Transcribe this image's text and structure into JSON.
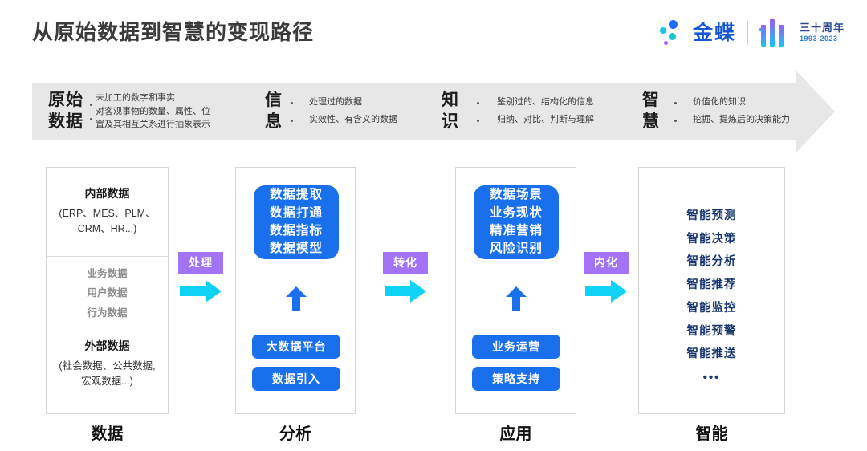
{
  "header": {
    "title": "从原始数据到智慧的变现路径",
    "logo": {
      "brand": "金蝶",
      "anniversary_cn": "三十周年",
      "anniversary_years": "1993-2023"
    }
  },
  "banner": {
    "stages": [
      {
        "name": "原始\n数据",
        "name_line1": "原始",
        "name_line2": "数据",
        "bullets": [
          "未加工的数字和事实",
          "对客观事物的数量、属性、位置及其相互关系进行抽象表示"
        ],
        "bullet_lines": [
          "未加工的数字和事实",
          "对客观事物的数量、属性、位",
          "置及其相互关系进行抽象表示"
        ]
      },
      {
        "name_line1": "信",
        "name_line2": "息",
        "bullets": [
          "处理过的数据",
          "实效性、有含义的数据"
        ]
      },
      {
        "name_line1": "知",
        "name_line2": "识",
        "bullets": [
          "鉴别过的、结构化的信息",
          "归纳、对比、判断与理解"
        ]
      },
      {
        "name_line1": "智",
        "name_line2": "慧",
        "bullets": [
          "价值化的知识",
          "挖掘、提炼后的决策能力"
        ]
      }
    ]
  },
  "columns": [
    {
      "label": "数据",
      "internal_head": "内部数据",
      "internal_sub_line1": "(ERP、MES、PLM、",
      "internal_sub_line2": "CRM、HR...)",
      "middle_items": [
        "业务数据",
        "用户数据",
        "行为数据"
      ],
      "external_head": "外部数据",
      "external_sub_line1": "(社会数据、公共数据,",
      "external_sub_line2": "宏观数据...)"
    },
    {
      "label": "分析",
      "card_lines": [
        "数据提取",
        "数据打通",
        "数据指标",
        "数据模型"
      ],
      "pills": [
        "大数据平台",
        "数据引入"
      ]
    },
    {
      "label": "应用",
      "card_lines": [
        "数据场景",
        "业务现状",
        "精准营销",
        "风险识别"
      ],
      "pills": [
        "业务运营",
        "策略支持"
      ]
    },
    {
      "label": "智能",
      "items": [
        "智能预测",
        "智能决策",
        "智能分析",
        "智能推荐",
        "智能监控",
        "智能预警",
        "智能推送"
      ],
      "ellipsis": "•••"
    }
  ],
  "connectors": [
    {
      "label": "处理"
    },
    {
      "label": "转化"
    },
    {
      "label": "内化"
    }
  ],
  "colors": {
    "blue": "#1a6fec",
    "purple": "#a274f5",
    "cyan": "#0fd0f5",
    "navy": "#17356f",
    "banner_grey": "#e7e7e7"
  }
}
